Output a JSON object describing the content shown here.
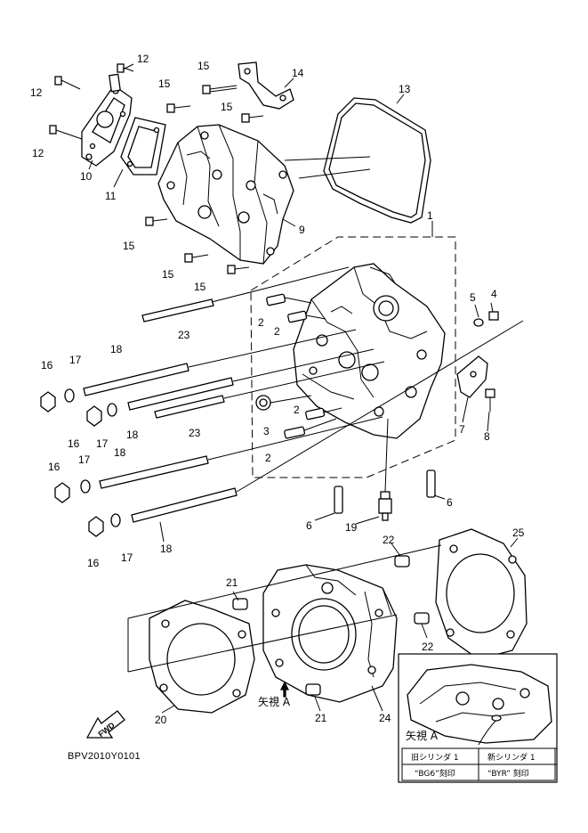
{
  "diagram": {
    "drawing_code": "BPV2010Y0101",
    "callouts": [
      "1",
      "2",
      "3",
      "4",
      "5",
      "6",
      "7",
      "8",
      "9",
      "10",
      "11",
      "12",
      "13",
      "14",
      "15",
      "16",
      "17",
      "18",
      "19",
      "20",
      "21",
      "22",
      "23",
      "24",
      "25"
    ],
    "view_label": "矢視 A",
    "fwd_label": "FWD",
    "inset": {
      "title": "矢視 A",
      "table": {
        "headers": [
          "旧シリンダ 1",
          "新シリンダ 1"
        ],
        "values": [
          "“BG6”刻印",
          "“BYR” 刻印"
        ]
      }
    }
  }
}
